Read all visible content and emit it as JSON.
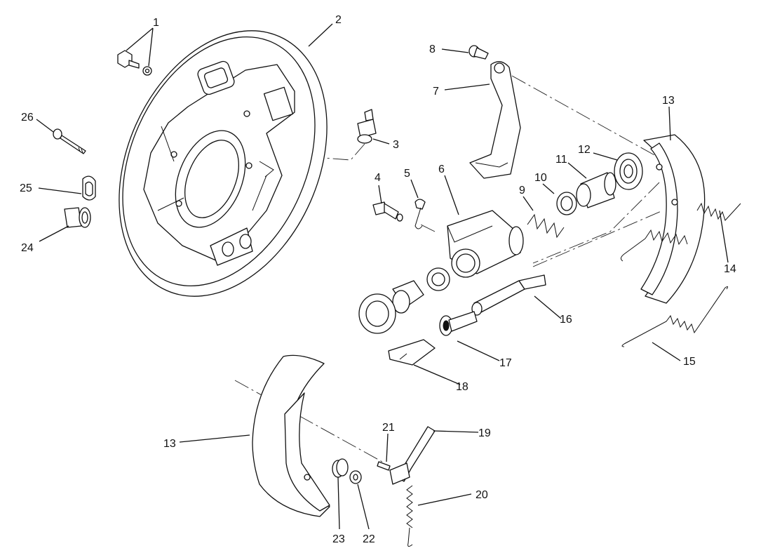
{
  "callouts": [
    {
      "key": "c1",
      "label": "1"
    },
    {
      "key": "c2",
      "label": "2"
    },
    {
      "key": "c3",
      "label": "3"
    },
    {
      "key": "c4",
      "label": "4"
    },
    {
      "key": "c5",
      "label": "5"
    },
    {
      "key": "c6",
      "label": "6"
    },
    {
      "key": "c7",
      "label": "7"
    },
    {
      "key": "c8",
      "label": "8"
    },
    {
      "key": "c9",
      "label": "9"
    },
    {
      "key": "c10",
      "label": "10"
    },
    {
      "key": "c11",
      "label": "11"
    },
    {
      "key": "c12",
      "label": "12"
    },
    {
      "key": "c13a",
      "label": "13"
    },
    {
      "key": "c13b",
      "label": "13"
    },
    {
      "key": "c14",
      "label": "14"
    },
    {
      "key": "c15",
      "label": "15"
    },
    {
      "key": "c16",
      "label": "16"
    },
    {
      "key": "c17",
      "label": "17"
    },
    {
      "key": "c18",
      "label": "18"
    },
    {
      "key": "c19",
      "label": "19"
    },
    {
      "key": "c20",
      "label": "20"
    },
    {
      "key": "c21",
      "label": "21"
    },
    {
      "key": "c22",
      "label": "22"
    },
    {
      "key": "c23",
      "label": "23"
    },
    {
      "key": "c24",
      "label": "24"
    },
    {
      "key": "c25",
      "label": "25"
    },
    {
      "key": "c26",
      "label": "26"
    }
  ]
}
